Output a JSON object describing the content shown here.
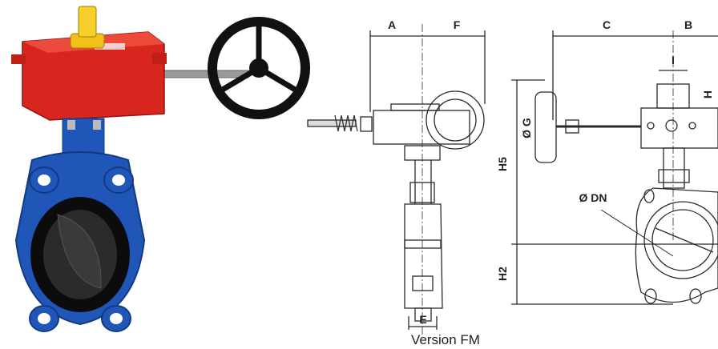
{
  "figure": {
    "caption": "Version FM",
    "dimension_labels": {
      "A": "A",
      "F": "F",
      "C": "C",
      "B": "B",
      "I": "I",
      "H": "H",
      "G": "Ø G",
      "H5": "H5",
      "H2": "H2",
      "E": "E",
      "DN": "Ø DN"
    }
  },
  "colors": {
    "body_blue": "#1f56b8",
    "gearbox_red": "#d8261f",
    "handle_yellow": "#f2c01a",
    "handwheel_black": "#111111",
    "liner_black": "#0c0c0c",
    "line_drawing": "#2a2a2a"
  }
}
